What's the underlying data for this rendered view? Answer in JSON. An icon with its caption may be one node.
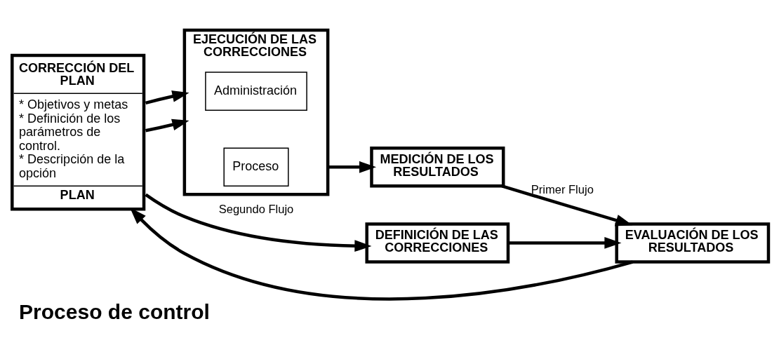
{
  "diagram": {
    "caption": "Proceso de control",
    "nodes": [
      {
        "text": [
          "CORRECCIÓN DEL PLAN",
          "* Objetivos y metas",
          "* Definición de los parámetros de control.",
          "* Descripción de la opción",
          "PLAN"
        ]
      },
      {
        "text": [
          "EJECUCIÓN DE LAS CORRECCIONES"
        ]
      },
      {
        "text": [
          "Administración"
        ],
        "in": 1
      },
      {
        "text": [
          "Proceso"
        ],
        "in": 1
      },
      {
        "text": [
          "MEDICIÓN DE LOS RESULTADOS"
        ]
      },
      {
        "text": [
          "EVALUACIÓN DE LOS RESULTADOS"
        ]
      },
      {
        "text": [
          "DEFINICIÓN DE LAS CORRECCIONES"
        ]
      }
    ],
    "edges": [
      {
        "from": 0,
        "to": 1,
        "arrow": "to"
      },
      {
        "from": 1,
        "to": 4,
        "arrow": "to"
      },
      {
        "from": 4,
        "to": 5,
        "arrow": "to",
        "label": "Primer Flujo"
      },
      {
        "from": 6,
        "to": 5,
        "arrow": "to"
      },
      {
        "from": 5,
        "to": 0,
        "arrow": "to"
      },
      {
        "from": 0,
        "to": 1,
        "arrow": "to"
      },
      {
        "from": 0,
        "to": 6,
        "arrow": "to",
        "label": "Segundo Flujo"
      }
    ]
  }
}
